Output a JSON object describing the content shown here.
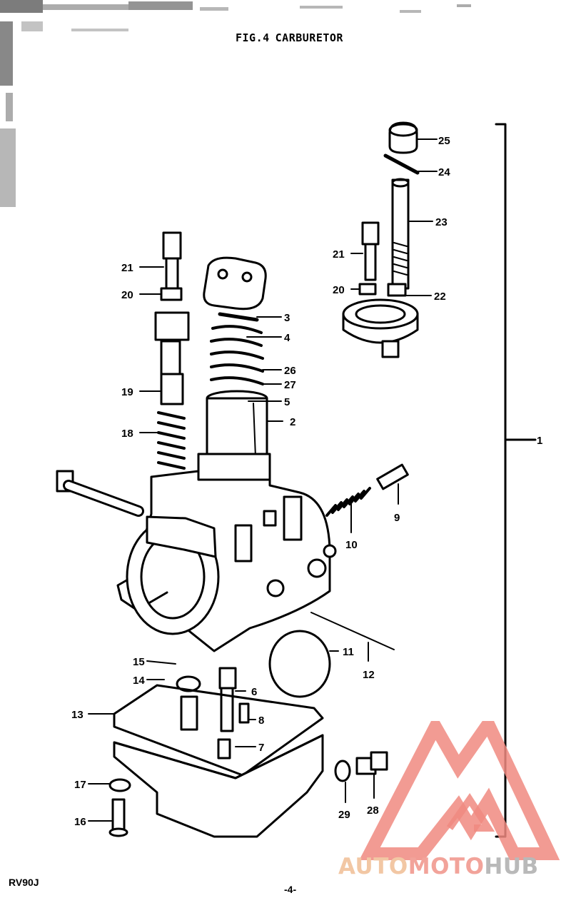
{
  "figure": {
    "number_label": "FIG.4",
    "title": "CARBURETOR"
  },
  "callouts": [
    "1",
    "2",
    "3",
    "4",
    "5",
    "6",
    "7",
    "8",
    "9",
    "10",
    "11",
    "12",
    "13",
    "14",
    "15",
    "16",
    "17",
    "18",
    "19",
    "20",
    "20",
    "21",
    "21",
    "22",
    "23",
    "24",
    "25",
    "26",
    "27",
    "28",
    "29"
  ],
  "footer": {
    "model": "RV90J",
    "page": "-4-"
  },
  "watermark": {
    "text_part1": "AUTO",
    "text_part2": "MOTO",
    "text_part3": "HUB",
    "colors": {
      "part1": "#f2c7a4",
      "part2": "#f2a39a",
      "part3": "#b9b9b9",
      "mark": "#f08a80"
    }
  }
}
